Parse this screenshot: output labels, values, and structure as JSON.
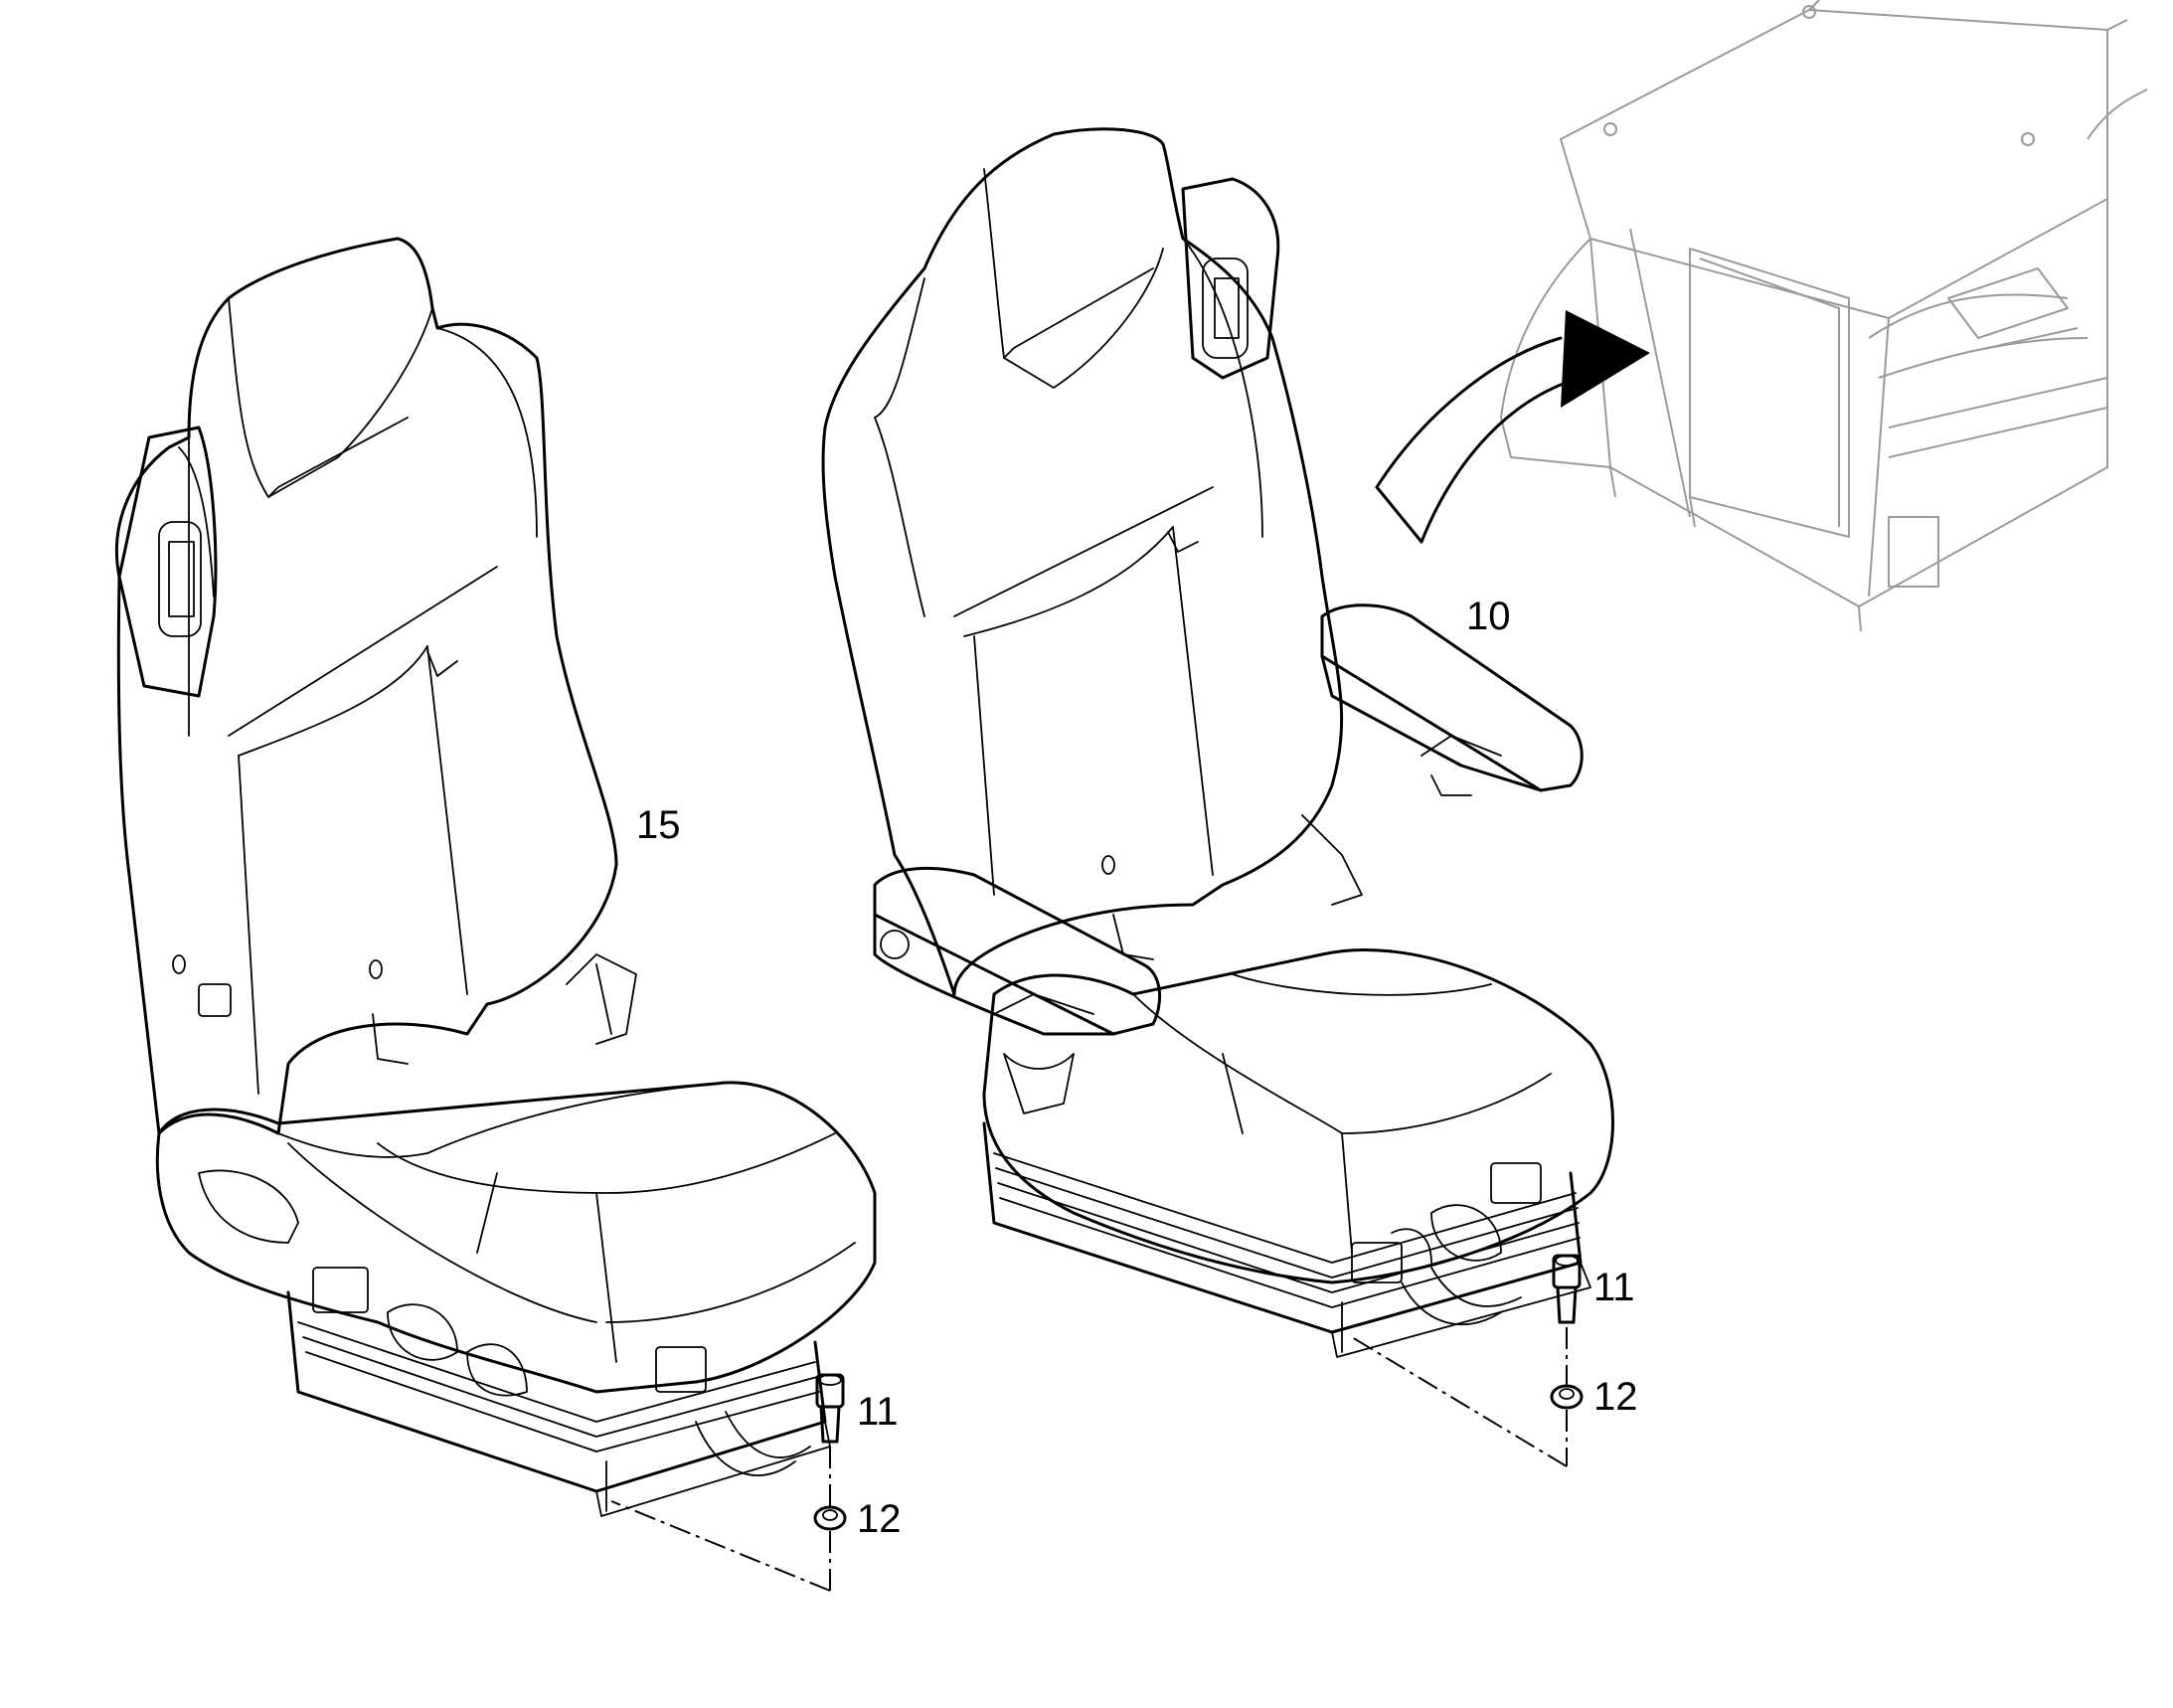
{
  "callouts": {
    "label_10": "10",
    "label_15": "15",
    "label_11_left": "11",
    "label_12_left": "12",
    "label_11_right": "11",
    "label_12_right": "12"
  }
}
